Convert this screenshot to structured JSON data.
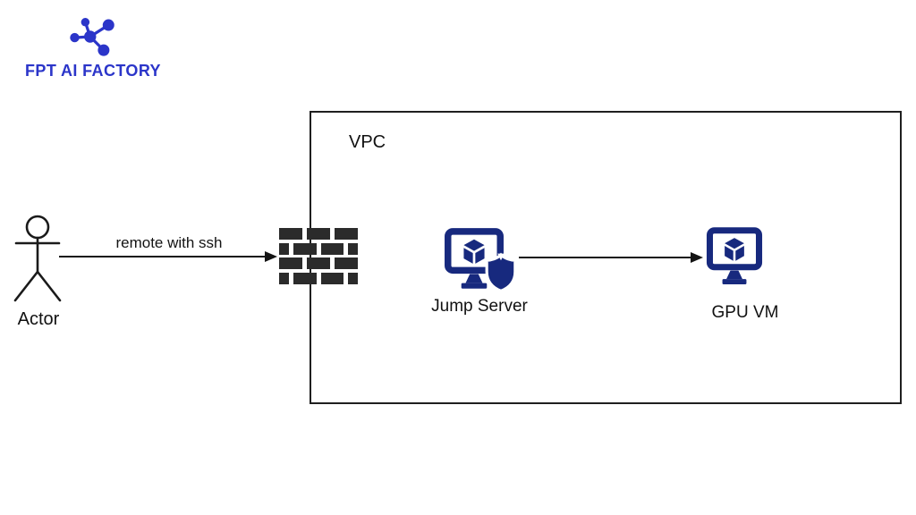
{
  "brand": {
    "name": "FPT AI FACTORY",
    "logo_icon": "molecule-icon",
    "color": "#2b35c9"
  },
  "diagram": {
    "type": "architecture-diagram",
    "vpc": {
      "label": "VPC"
    },
    "actor": {
      "label": "Actor",
      "icon": "stick-figure-actor-icon"
    },
    "nodes": [
      {
        "id": "firewall",
        "icon": "firewall-brick-icon",
        "label": ""
      },
      {
        "id": "jump-server",
        "icon": "monitor-cube-shield-icon",
        "label": "Jump Server"
      },
      {
        "id": "gpu-vm",
        "icon": "monitor-cube-icon",
        "label": "GPU VM"
      }
    ],
    "connections": [
      {
        "from": "actor",
        "to": "firewall",
        "label": "remote with ssh"
      },
      {
        "from": "jump-server",
        "to": "gpu-vm",
        "label": ""
      }
    ],
    "colors": {
      "node_navy": "#17297e",
      "firewall_brick": "#2b2b2b",
      "line_black": "#141414",
      "vpc_border": "#1f1f1f",
      "brand_blue": "#2b35c9"
    }
  }
}
